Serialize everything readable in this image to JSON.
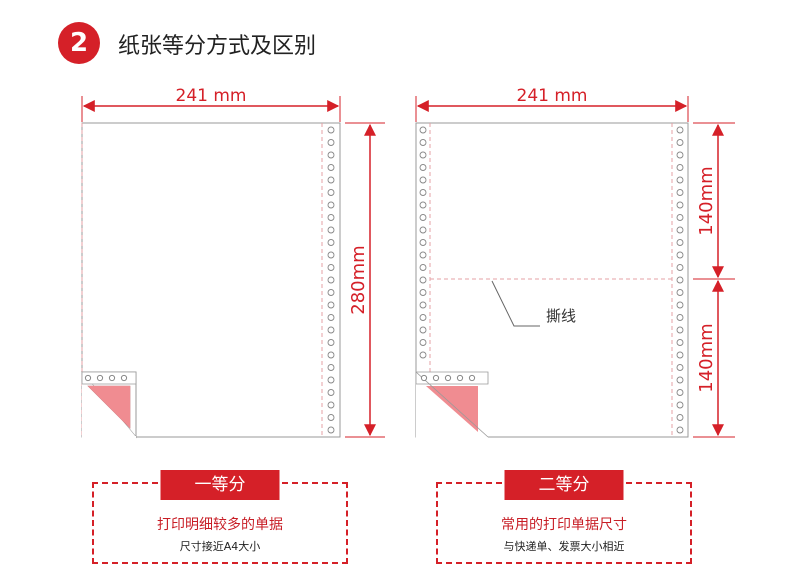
{
  "header": {
    "step_number": "2",
    "title": "纸张等分方式及区别"
  },
  "diagrams": {
    "left": {
      "width_label": "241 mm",
      "height_label": "280mm"
    },
    "right": {
      "width_label": "241 mm",
      "top_height_label": "140mm",
      "bottom_height_label": "140mm",
      "tear_label": "撕线"
    }
  },
  "options": [
    {
      "tag": "一等分",
      "main": "打印明细较多的单据",
      "sub": "尺寸接近A4大小"
    },
    {
      "tag": "二等分",
      "main": "常用的打印单据尺寸",
      "sub": "与快递单、发票大小相近"
    }
  ],
  "colors": {
    "accent": "#d52028",
    "dimension": "#d52028",
    "curl": "#f08c91",
    "paper_edge": "#9a9a9a"
  }
}
